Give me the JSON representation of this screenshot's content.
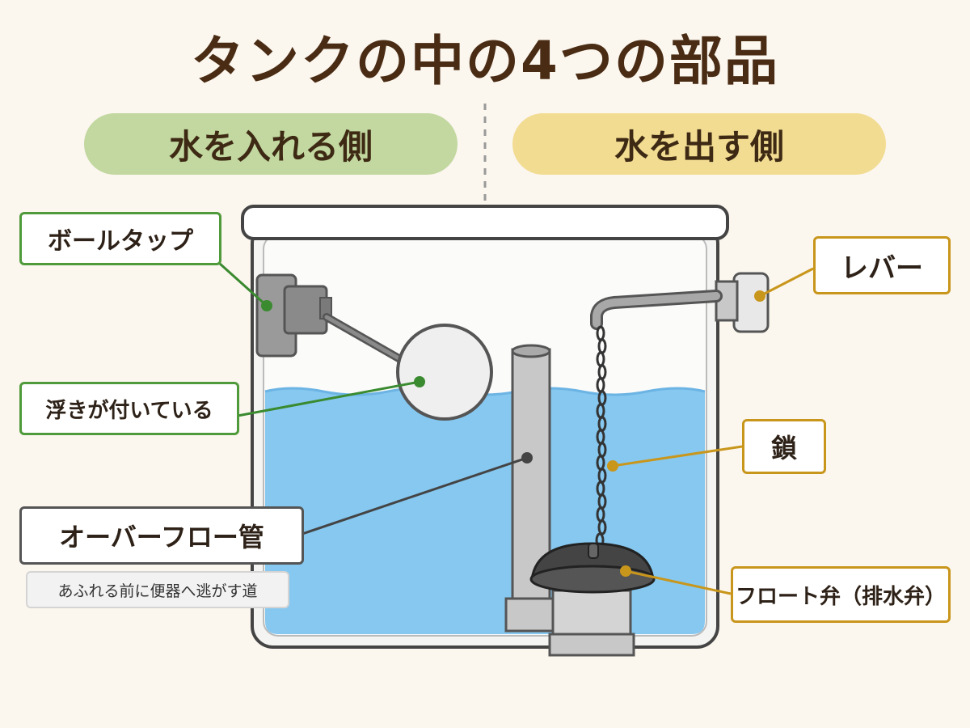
{
  "title": "タンクの中の4つの部品",
  "sides": {
    "in_label": "水を入れる側",
    "out_label": "水を出す側"
  },
  "labels": {
    "ball_tap": "ボールタップ",
    "float_note": "浮きが付いている",
    "overflow_pipe": "オーバーフロー管",
    "overflow_note": "あふれる前に便器へ逃がす道",
    "lever": "レバー",
    "chain": "鎖",
    "flapper": "フロート弁（排水弁）"
  },
  "colors": {
    "background": "#fbf6ee",
    "title": "#4a2c14",
    "in_side": "#c2d8a0",
    "out_side": "#f2dc92",
    "water": "#86c8f0",
    "green_border": "#4f9a3a",
    "gold_border": "#c9961c"
  }
}
